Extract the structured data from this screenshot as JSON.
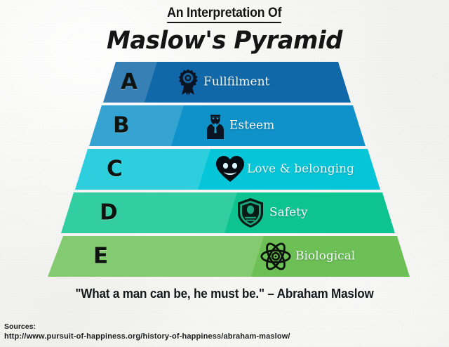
{
  "title": {
    "kicker": "An Interpretation Of",
    "main": "Maslow's Pyramid"
  },
  "pyramid": {
    "levels": [
      {
        "letter": "A",
        "label": "Fullfilment",
        "icon": "award-rosette-icon",
        "color": "#1068a8",
        "color_light": "#1d86c6"
      },
      {
        "letter": "B",
        "label": "Esteem",
        "icon": "businessman-icon",
        "color": "#0e92c9",
        "color_light": "#20a6d6"
      },
      {
        "letter": "C",
        "label": "Love & belonging",
        "icon": "smiling-heart-icon",
        "color": "#05c6d8",
        "color_light": "#2bd5e2"
      },
      {
        "letter": "D",
        "label": "Safety",
        "icon": "shield-person-icon",
        "color": "#0dc491",
        "color_light": "#2ed3a5"
      },
      {
        "letter": "E",
        "label": "Biological",
        "icon": "atom-icon",
        "color": "#6dc055",
        "color_light": "#8ed070"
      }
    ]
  },
  "quote": "\"What a man can be, he must be.\" – Abraham Maslow",
  "sources": {
    "label": "Sources:",
    "url": "http://www.pursuit-of-happiness.org/history-of-happiness/abraham-maslow/"
  },
  "colors": {
    "background": "#f2f2f0",
    "text_dark": "#151515",
    "label_light": "#f4fbfb"
  }
}
